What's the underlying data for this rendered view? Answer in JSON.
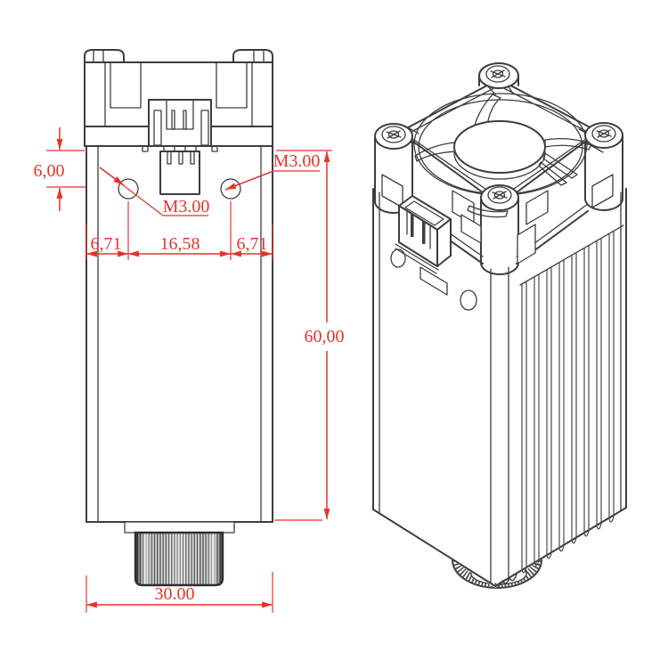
{
  "drawing": {
    "title": "Laser module dimension drawing",
    "views": {
      "front": "front orthographic view",
      "isometric": "isometric view"
    },
    "colors": {
      "dimension_red": "#e8312a",
      "line_dark": "#3d3d3d",
      "background": "#ffffff"
    }
  },
  "dims": {
    "step_height": "6,00",
    "thread_left": "M3.00",
    "thread_right": "M3.00",
    "edge_to_hole_left": "6,71",
    "hole_spacing": "16,58",
    "edge_to_hole_right": "6,71",
    "body_height": "60,00",
    "body_width": "30.00"
  }
}
